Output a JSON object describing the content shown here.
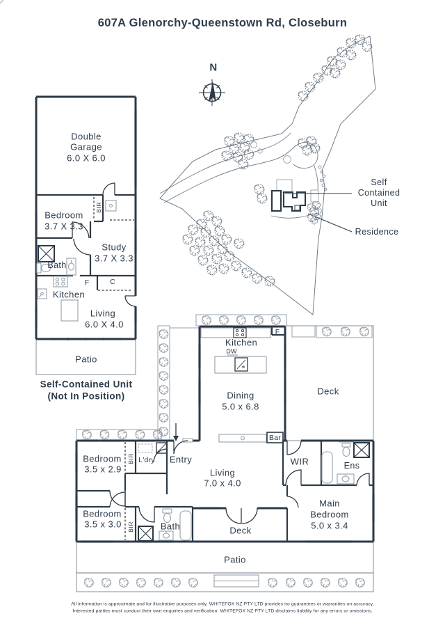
{
  "title": "607A Glenorchy-Queenstown Rd, Closeburn",
  "compass": {
    "north": "N"
  },
  "site": {
    "self_contained_unit": {
      "line1": "Self",
      "line2": "Contained",
      "line3": "Unit"
    },
    "residence": "Residence"
  },
  "unit": {
    "garage": {
      "line1": "Double",
      "line2": "Garage",
      "dims": "6.0 X 6.0"
    },
    "bedroom": {
      "name": "Bedroom",
      "dims": "3.7 X 3.3"
    },
    "bir": "BIR",
    "study": {
      "name": "Study",
      "dims": "3.7 X 3.3"
    },
    "bath": "Bath",
    "fridge": "F",
    "cupboard": "C",
    "kitchen": "Kitchen",
    "living": {
      "name": "Living",
      "dims": "6.0 X 4.0"
    },
    "patio": "Patio",
    "caption": {
      "line1": "Self-Contained Unit",
      "line2": "(Not In Position)"
    }
  },
  "residence": {
    "kitchen": "Kitchen",
    "fridge": "F",
    "dishwasher": "DW",
    "dining": {
      "name": "Dining",
      "dims": "5.0 x 6.8"
    },
    "deck_right": "Deck",
    "bar": "Bar",
    "bedroom1": {
      "name": "Bedroom",
      "dims": "3.5 x 2.9"
    },
    "bir1": "BIR",
    "laundry": "L'dry",
    "entry": "Entry",
    "living": {
      "name": "Living",
      "dims": "7.0 x 4.0"
    },
    "wir": "WIR",
    "ens": "Ens",
    "bedroom2": {
      "name": "Bedroom",
      "dims": "3.5 x 3.0"
    },
    "bir2": "BIR",
    "bath": "Bath",
    "deck": "Deck",
    "main_bedroom": {
      "line1": "Main",
      "line2": "Bedroom",
      "dims": "5.0 x 3.4"
    },
    "patio": "Patio"
  },
  "disclaimer": {
    "line1": "All information is approximate and for illustrative purposes only. WHITEFOX NZ PTY LTD provides no guarantees or warranties on accuracy.",
    "line2": "Interested parties must conduct their own enquiries and verification. WHITEFOX NZ PTY LTD disclaims liability for any errors or omissions."
  },
  "colors": {
    "wall": "#2d3a47",
    "text": "#2d3c4c",
    "light": "#96a0a9",
    "window": "#c7cdd3"
  }
}
